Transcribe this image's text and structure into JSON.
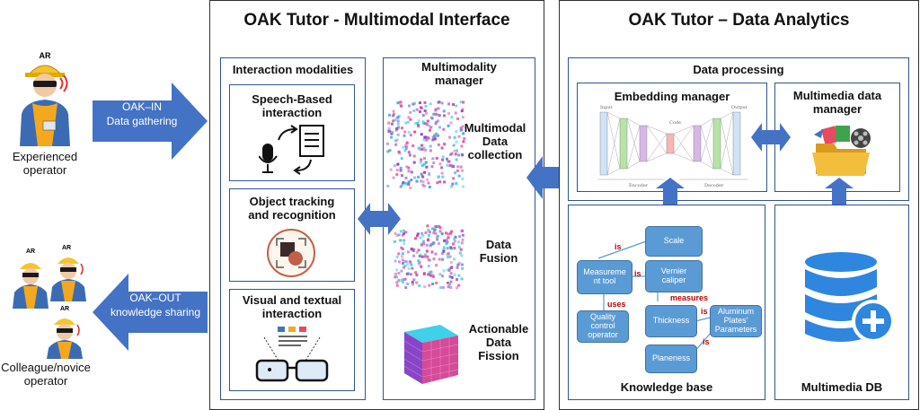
{
  "left": {
    "experienced_operator": "Experienced\noperator",
    "novice_operator": "Colleague/novice\noperator",
    "ar_tag": "AR",
    "arrow_in_title": "OAK–IN",
    "arrow_in_sub": "Data gathering",
    "arrow_out_title": "OAK–OUT",
    "arrow_out_sub": "knowledge sharing"
  },
  "interface": {
    "title": "OAK Tutor - Multimodal Interface",
    "modalities_title": "Interaction modalities",
    "speech": "Speech-Based\ninteraction",
    "tracking": "Object tracking\nand recognition",
    "visual": "Visual and textual\ninteraction",
    "manager_title": "Multimodality\nmanager",
    "collection": "Multimodal\nData\ncollection",
    "fusion": "Data\nFusion",
    "fission": "Actionable\nData\nFission"
  },
  "analytics": {
    "title": "OAK Tutor – Data Analytics",
    "processing": "Data processing",
    "embedding": "Embedding manager",
    "multimedia_manager": "Multimedia data\nmanager",
    "knowledge_base": "Knowledge base",
    "multimedia_db": "Multimedia DB",
    "ae_input": "Input",
    "ae_code": "Code",
    "ae_output": "Output",
    "ae_encoder": "Encoder",
    "ae_decoder": "Decoder",
    "nodes": {
      "scale": "Scale",
      "measurement_tool": "Measureme\nnt tool",
      "vernier": "Vernier\ncaliper",
      "quality": "Quality\ncontrol\noperator",
      "thickness": "Thickness",
      "aluminum": "Aluminum\nPlates'\nParameters",
      "planeness": "Planeness"
    },
    "relations": {
      "is1": "is",
      "is2": "is",
      "measures": "measures",
      "uses": "uses",
      "is3": "is",
      "is4": "is"
    }
  },
  "colors": {
    "arrow_blue": "#4472c4",
    "node_blue": "#5b9bd5",
    "relation_red": "#c00000",
    "db_blue": "#2e86de"
  }
}
